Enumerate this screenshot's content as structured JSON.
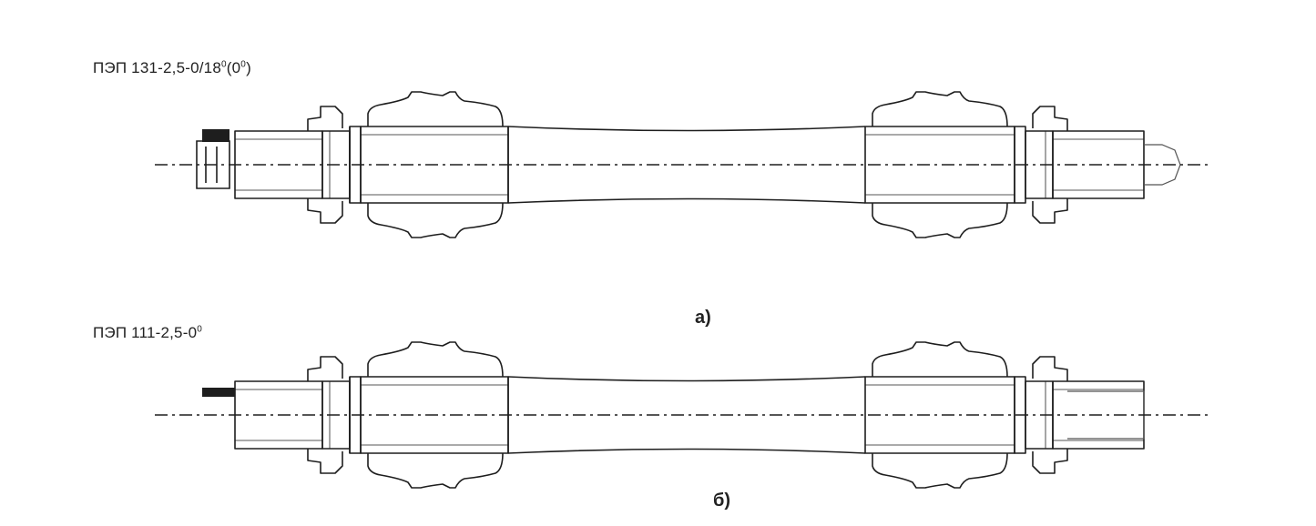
{
  "figure_a": {
    "designation_main": "ПЭП 131-2,5-0/18",
    "designation_sup1": "0",
    "designation_mid": "(0",
    "designation_sup2": "0",
    "designation_end": ")",
    "caption": "а)"
  },
  "figure_b": {
    "designation_main": "ПЭП 111-2,5-0",
    "designation_sup": "0",
    "caption": "б)"
  },
  "colors": {
    "ink": "#1e1e1e",
    "background": "#ffffff"
  }
}
